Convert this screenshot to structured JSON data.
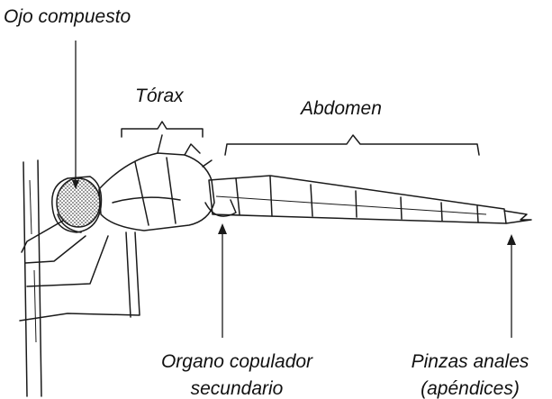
{
  "labels": {
    "compound_eye": "Ojo compuesto",
    "thorax": "Tórax",
    "abdomen": "Abdomen",
    "secondary_copulator_line1": "Organo copulador",
    "secondary_copulator_line2": "secundario",
    "anal_pincers_line1": "Pinzas anales",
    "anal_pincers_line2": "(apéndices)"
  }
}
